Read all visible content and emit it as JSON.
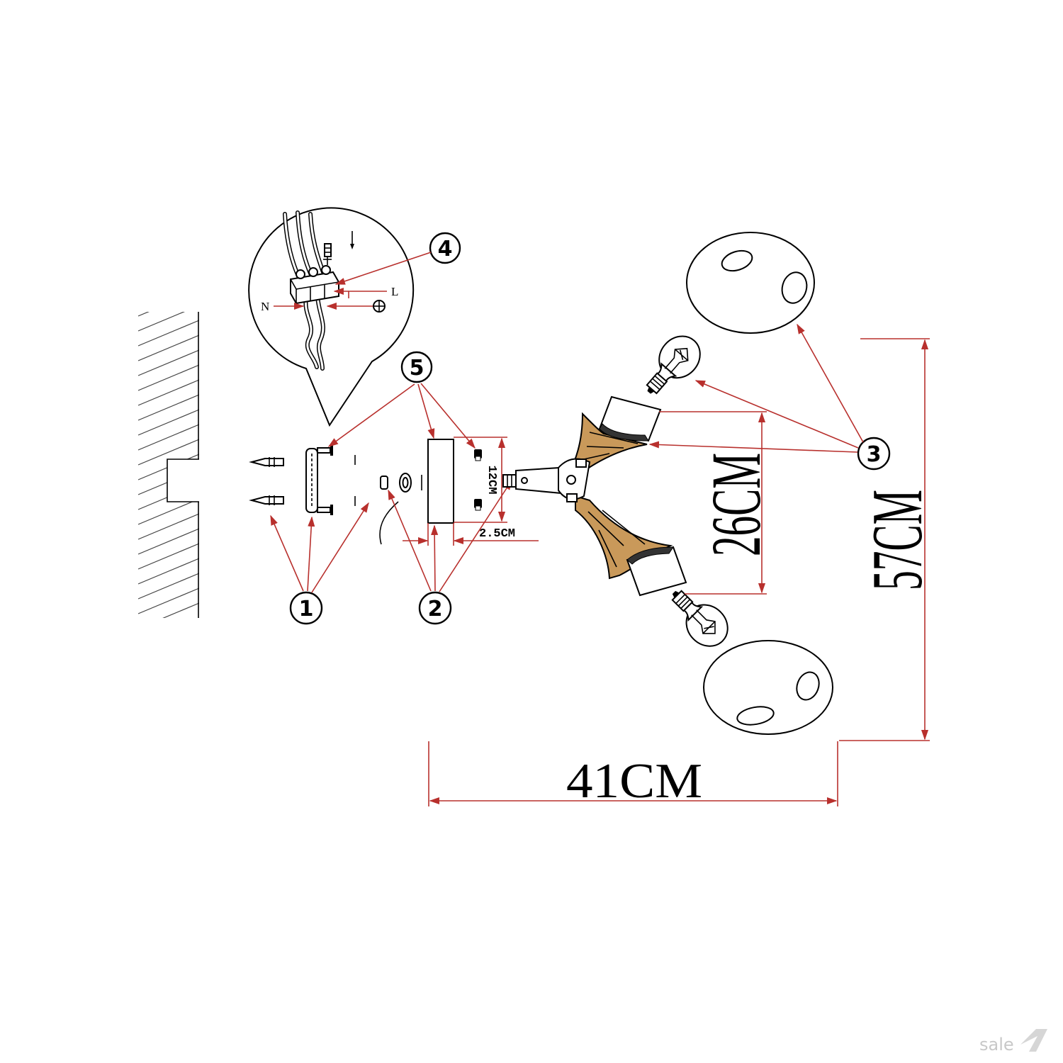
{
  "callouts": [
    "1",
    "2",
    "3",
    "4",
    "5"
  ],
  "wiring": {
    "neutral": "N",
    "live": "L"
  },
  "dimensions": {
    "canopy_height": "12CM",
    "canopy_depth": "2.5CM",
    "arm_span": "26CM",
    "total_height": "57CM",
    "total_width": "41CM"
  },
  "watermark": "sale",
  "colors": {
    "line": "#000000",
    "dimension": "#b8302d",
    "wood": "#c9995a",
    "watermark": "#c8c8c8"
  }
}
